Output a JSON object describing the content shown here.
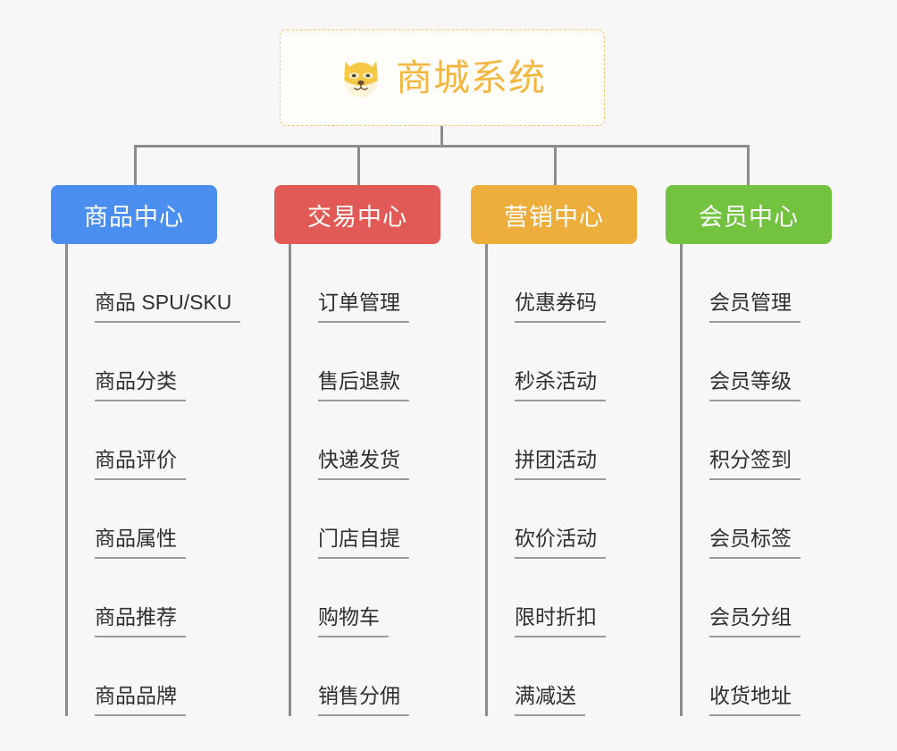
{
  "root": {
    "title": "商城系统",
    "icon": "shiba-dog-face-icon",
    "border_color": "#f0c66a",
    "text_color": "#f3b740",
    "background": "#fffefb"
  },
  "canvas": {
    "background": "#f7f7f7",
    "connector_color": "#8c8c8c"
  },
  "categories": [
    {
      "label": "商品中心",
      "color": "#4a8ff0",
      "items": [
        "商品 SPU/SKU",
        "商品分类",
        "商品评价",
        "商品属性",
        "商品推荐",
        "商品品牌"
      ]
    },
    {
      "label": "交易中心",
      "color": "#e25a56",
      "items": [
        "订单管理",
        "售后退款",
        "快递发货",
        "门店自提",
        "购物车",
        "销售分佣"
      ]
    },
    {
      "label": "营销中心",
      "color": "#edae3c",
      "items": [
        "优惠券码",
        "秒杀活动",
        "拼团活动",
        "砍价活动",
        "限时折扣",
        "满减送"
      ]
    },
    {
      "label": "会员中心",
      "color": "#73c340",
      "items": [
        "会员管理",
        "会员等级",
        "积分签到",
        "会员标签",
        "会员分组",
        "收货地址"
      ]
    }
  ]
}
